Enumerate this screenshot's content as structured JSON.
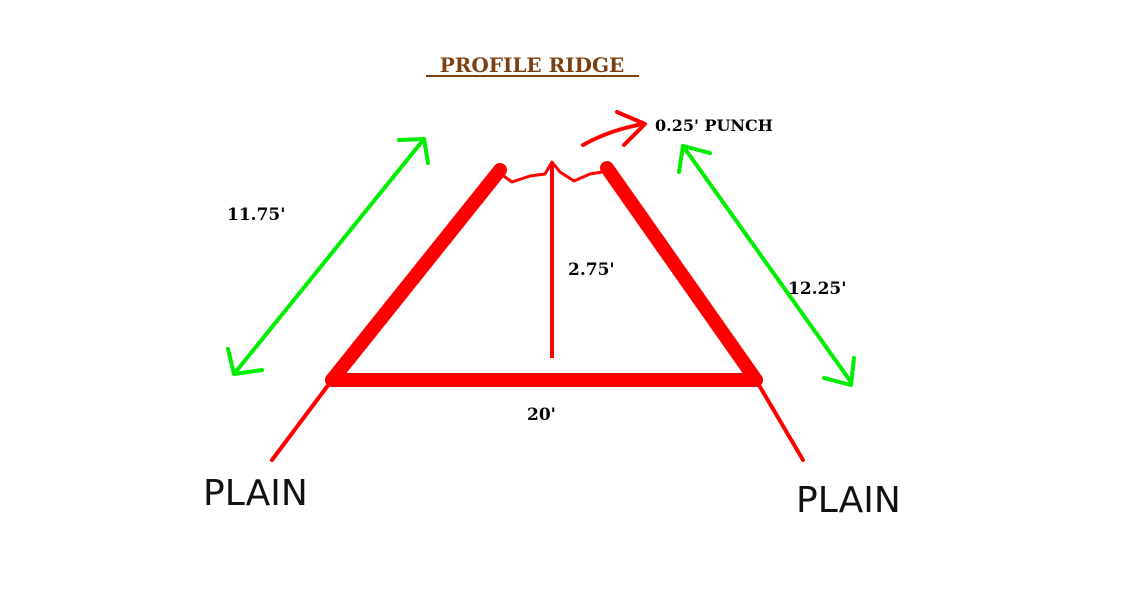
{
  "title": "PROFILE  RIDGE",
  "labels": {
    "left_slope": "11.75'",
    "right_slope": "12.25'",
    "height": "2.75'",
    "base": "20'",
    "punch": "0.25'  PUNCH",
    "plain_left": "PLAIN",
    "plain_right": "PLAIN"
  },
  "colors": {
    "ridge": "#ff0000",
    "dimension_arrow": "#00ee00",
    "title": "#7b3f12",
    "text": "#000000"
  }
}
